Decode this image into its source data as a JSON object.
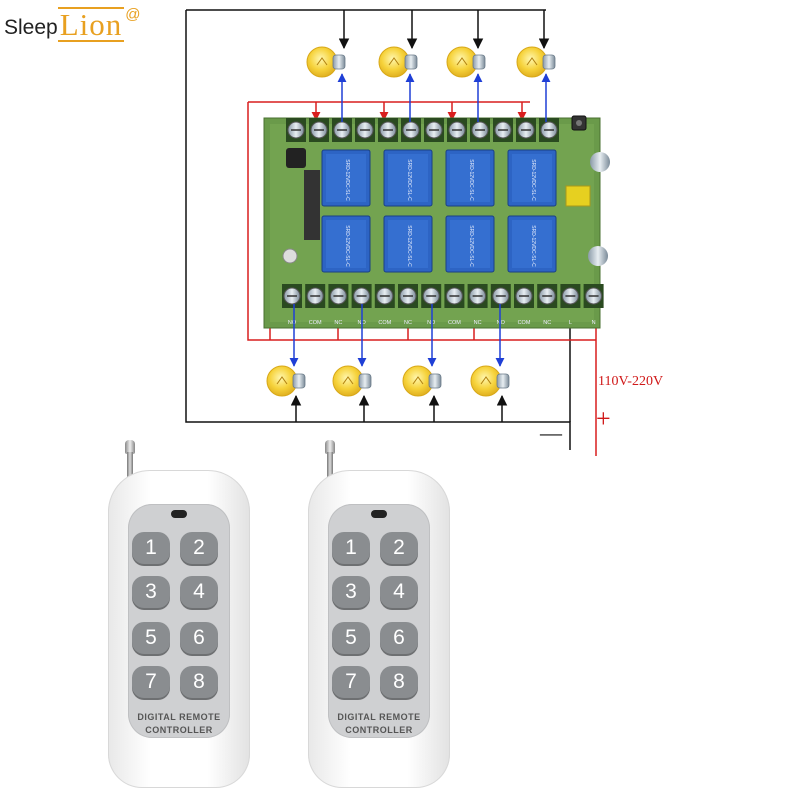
{
  "brand": {
    "prefix": "Sleep",
    "name": "Lion",
    "mark": "@"
  },
  "supply": {
    "voltage_label": "110V-220V",
    "plus": "+",
    "minus": "—"
  },
  "relay_board": {
    "relays": 8,
    "relay_text": "SRD-12VDC-SL-C",
    "terminal_labels_bottom": [
      "NO",
      "COM",
      "NC",
      "NO",
      "COM",
      "NC",
      "NO",
      "COM",
      "NC",
      "NO",
      "COM",
      "NC",
      "L",
      "N"
    ]
  },
  "lamps": {
    "top_count": 4,
    "bottom_count": 4
  },
  "colors": {
    "live_wire": "#d81e1e",
    "neutral_wire": "#111111",
    "load_wire": "#1f3fd6",
    "pcb": "#6a9a4a",
    "lamp": "#f6d23a",
    "accent": "#e8a020"
  },
  "remotes": [
    {
      "buttons": [
        "1",
        "2",
        "3",
        "4",
        "5",
        "6",
        "7",
        "8"
      ],
      "caption_1": "DIGITAL REMOTE",
      "caption_2": "CONTROLLER"
    },
    {
      "buttons": [
        "1",
        "2",
        "3",
        "4",
        "5",
        "6",
        "7",
        "8"
      ],
      "caption_1": "DIGITAL REMOTE",
      "caption_2": "CONTROLLER"
    }
  ]
}
